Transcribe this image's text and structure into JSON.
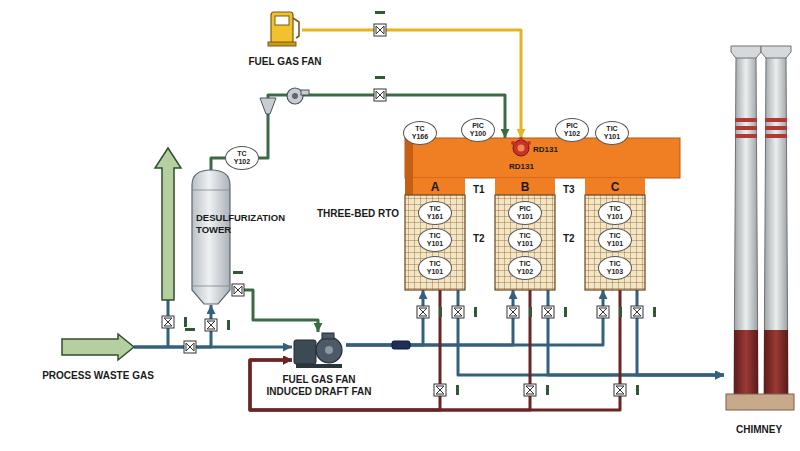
{
  "diagram": {
    "nodes": [
      {
        "text": [
          "FUEL GAS FAN"
        ]
      },
      {
        "text": [
          "TC Y102"
        ]
      },
      {
        "text": [
          "DESULFURIZATION TOWER"
        ]
      },
      {
        "text": [
          "PROCESS WASTE GAS"
        ]
      },
      {
        "text": [
          "FUEL GAS FAN INDUCED DRAFT FAN"
        ]
      },
      {
        "text": [
          "THREE-BED RTO"
        ]
      },
      {
        "text": [
          "TC Y166"
        ],
        "in": 5
      },
      {
        "text": [
          "PIC Y100"
        ],
        "in": 5
      },
      {
        "text": [
          "PIC Y102"
        ],
        "in": 5
      },
      {
        "text": [
          "TIC Y101"
        ],
        "in": 5
      },
      {
        "text": [
          "A"
        ],
        "in": 5
      },
      {
        "text": [
          "TIC Y161"
        ],
        "in": 10
      },
      {
        "text": [
          "TIC Y101"
        ],
        "in": 10
      },
      {
        "text": [
          "TIC Y101"
        ],
        "in": 10
      },
      {
        "text": [
          "B"
        ],
        "in": 5
      },
      {
        "text": [
          "PIC Y101"
        ],
        "in": 14
      },
      {
        "text": [
          "TIC Y101"
        ],
        "in": 14
      },
      {
        "text": [
          "TIC Y102"
        ],
        "in": 14
      },
      {
        "text": [
          "C"
        ],
        "in": 5
      },
      {
        "text": [
          "TIC Y101"
        ],
        "in": 18
      },
      {
        "text": [
          "TIC Y101"
        ],
        "in": 18
      },
      {
        "text": [
          "TIC Y103"
        ],
        "in": 18
      },
      {
        "text": [
          "CHIMNEY"
        ]
      }
    ],
    "edges": [
      {
        "from": 0,
        "to": 5,
        "arrow": "to"
      },
      {
        "from": 2,
        "to": 1,
        "arrow": "none"
      },
      {
        "from": 1,
        "to": 5,
        "arrow": "to"
      },
      {
        "from": 3,
        "to": 2,
        "arrow": "to"
      },
      {
        "from": 3,
        "to": 4,
        "arrow": "to"
      },
      {
        "from": 2,
        "to": 4,
        "arrow": "to"
      },
      {
        "from": 4,
        "to": 10,
        "arrow": "to"
      },
      {
        "from": 4,
        "to": 14,
        "arrow": "to"
      },
      {
        "from": 4,
        "to": 18,
        "arrow": "to"
      },
      {
        "from": 10,
        "to": 22,
        "arrow": "to"
      },
      {
        "from": 14,
        "to": 22,
        "arrow": "to"
      },
      {
        "from": 18,
        "to": 22,
        "arrow": "to"
      },
      {
        "from": 10,
        "to": 4,
        "arrow": "to"
      },
      {
        "from": 14,
        "to": 4,
        "arrow": "to"
      },
      {
        "from": 18,
        "to": 4,
        "arrow": "to"
      }
    ],
    "labels": [
      "RD131",
      "RD131",
      "T1",
      "T2",
      "T3",
      "T2"
    ]
  }
}
